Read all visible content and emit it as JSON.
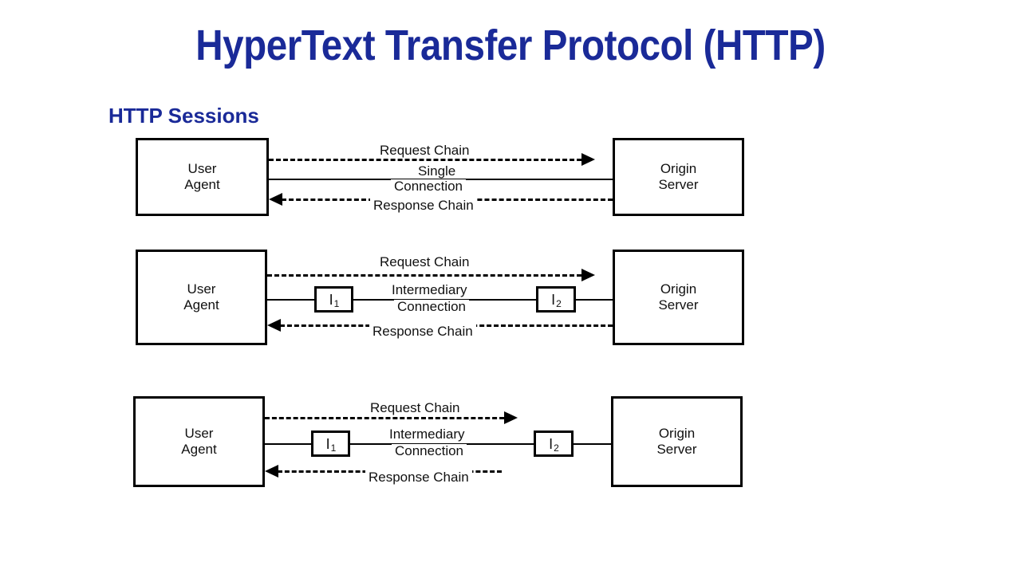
{
  "slide": {
    "title": "HyperText Transfer Protocol (HTTP)",
    "section_title": "HTTP Sessions",
    "title_color": "#1a2a98",
    "background_color": "#ffffff",
    "ink_color": "#000000"
  },
  "diagrams": [
    {
      "id": "single-connection",
      "client": {
        "line1": "User",
        "line2": "Agent"
      },
      "server": {
        "line1": "Origin",
        "line2": "Server"
      },
      "request_label": "Request Chain",
      "connection_label_line1": "Single",
      "connection_label_line2": "Connection",
      "response_label": "Response Chain",
      "intermediaries": []
    },
    {
      "id": "intermediary-connection-full",
      "client": {
        "line1": "User",
        "line2": "Agent"
      },
      "server": {
        "line1": "Origin",
        "line2": "Server"
      },
      "request_label": "Request Chain",
      "connection_label_line1": "Intermediary",
      "connection_label_line2": "Connection",
      "response_label": "Response Chain",
      "intermediaries": [
        {
          "symbol": "I",
          "subscript": "1"
        },
        {
          "symbol": "I",
          "subscript": "2"
        }
      ]
    },
    {
      "id": "intermediary-connection-partial",
      "client": {
        "line1": "User",
        "line2": "Agent"
      },
      "server": {
        "line1": "Origin",
        "line2": "Server"
      },
      "request_label": "Request Chain",
      "connection_label_line1": "Intermediary",
      "connection_label_line2": "Connection",
      "response_label": "Response Chain",
      "intermediaries": [
        {
          "symbol": "I",
          "subscript": "1"
        },
        {
          "symbol": "I",
          "subscript": "2"
        }
      ]
    }
  ]
}
